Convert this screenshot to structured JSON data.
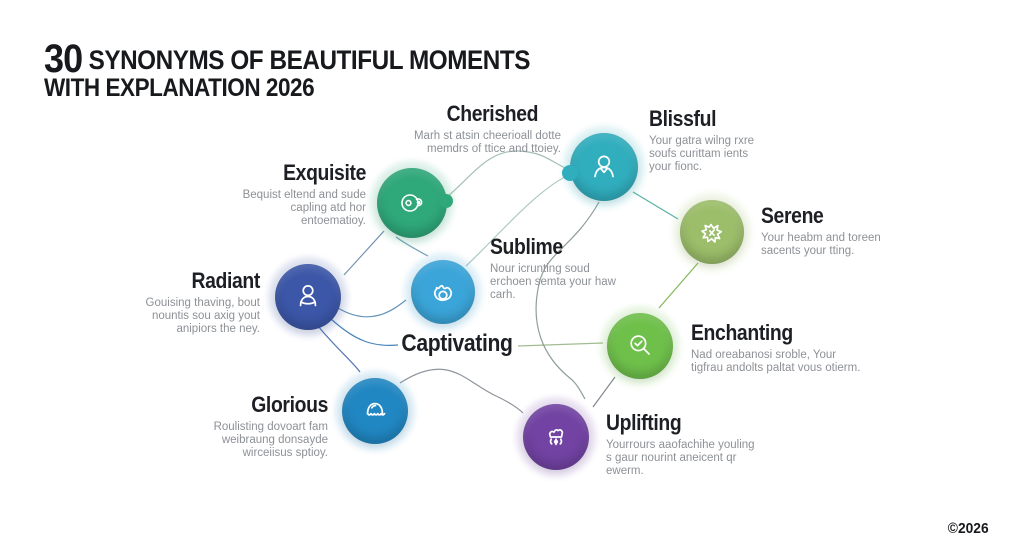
{
  "header": {
    "number": "30",
    "title": "SYNONYMS OF BEAUTIFUL MOMENTS",
    "subtitle": "WITH EXPLANATION 2026"
  },
  "footer": {
    "copyright": "©2026"
  },
  "nodes": {
    "exquisite": {
      "label": "Exquisite",
      "description": "Bequist eltend and sude capling atd hor entoematioy.",
      "color": "#2FA87A",
      "icon": "lens-face-icon"
    },
    "cherished": {
      "label": "Cherished",
      "description": "Marh st atsin cheerioall dotte memdrs of ttice and ttoiey.",
      "color": "#31AEBE",
      "icon": "person-icon"
    },
    "blissful": {
      "label": "Blissful",
      "description": "Your gatra wilng rxre soufs curittam ients your fionc.",
      "color": null,
      "icon": null
    },
    "serene": {
      "label": "Serene",
      "description": "Your heabm and toreen sacents your tting.",
      "color": "#9CBE6A",
      "icon": "leaf-scribble-icon"
    },
    "radiant": {
      "label": "Radiant",
      "description": "Gouising thaving, bout nountis sou axig yout anipiors the ney.",
      "color": "#3C57A8",
      "icon": "meditating-person-icon"
    },
    "sublime": {
      "label": "Sublime",
      "description": "Nour icrunting soud erchoen semta your haw carh.",
      "color": "#3BA5D9",
      "icon": "hands-holding-ring-icon"
    },
    "captivating": {
      "label": "Captivating",
      "description": "",
      "color": null,
      "icon": null
    },
    "enchanting": {
      "label": "Enchanting",
      "description": "Nad oreabanosi sroble, Your tigfrau andolts paltat vous otierm.",
      "color": "#6FC04B",
      "icon": "magnifier-check-icon"
    },
    "glorious": {
      "label": "Glorious",
      "description": "Roulisting dovoart fam weibraung donsayde wirceiisus sptioy.",
      "color": "#2187C2",
      "icon": "jellyfish-icon"
    },
    "uplifting": {
      "label": "Uplifting",
      "description": "Yourrours aaofachihe youling s gaur nourint aneicent qr ewerm.",
      "color": "#7243A3",
      "icon": "jellyfish-crown-icon"
    }
  },
  "connections": [
    {
      "from": "exquisite",
      "to": "cherished",
      "arrow": "none"
    },
    {
      "from": "cherished",
      "to": "sublime",
      "arrow": "none"
    },
    {
      "from": "exquisite",
      "to": "sublime",
      "arrow": "to"
    },
    {
      "from": "exquisite",
      "to": "radiant",
      "arrow": "to"
    },
    {
      "from": "cherished",
      "to": "serene",
      "arrow": "both"
    },
    {
      "from": "serene",
      "to": "enchanting",
      "arrow": "both"
    },
    {
      "from": "enchanting",
      "to": "captivating",
      "arrow": "both"
    },
    {
      "from": "radiant",
      "to": "captivating",
      "arrow": "to"
    },
    {
      "from": "radiant",
      "to": "sublime",
      "arrow": "to"
    },
    {
      "from": "radiant",
      "to": "glorious",
      "arrow": "to"
    },
    {
      "from": "glorious",
      "to": "uplifting",
      "arrow": "to"
    },
    {
      "from": "uplifting",
      "to": "enchanting",
      "arrow": "to"
    },
    {
      "from": "cherished",
      "to": "uplifting",
      "arrow": "to"
    }
  ]
}
